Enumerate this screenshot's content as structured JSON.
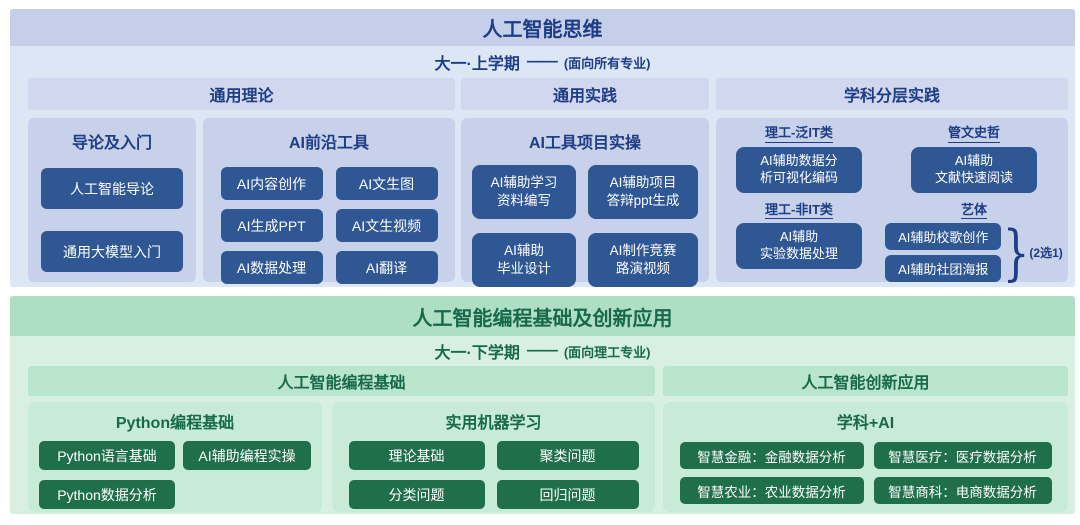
{
  "colors": {
    "blue_section_bg": "#dce7f6",
    "blue_band_bg": "#c6cfea",
    "blue_bar_bg": "#d0d7ee",
    "blue_panel_bg": "#c7d1e9",
    "blue_text": "#1e3d85",
    "blue_button_bg": "#2e5794",
    "green_section_bg": "#d8f0e2",
    "green_band_bg": "#aedfc5",
    "green_bar_bg": "#bae5cd",
    "green_panel_bg": "#c8ebd7",
    "green_text": "#17694a",
    "green_button_bg": "#1f6f4a",
    "button_text": "#ffffff"
  },
  "top": {
    "title": "人工智能思维",
    "subtitle_semester": "大一·上学期",
    "subtitle_dash": "——",
    "subtitle_audience": "(面向所有专业)",
    "col_headers": [
      "通用理论",
      "通用实践",
      "学科分层实践"
    ],
    "intro_panel": {
      "title": "导论及入门",
      "buttons": [
        "人工智能导论",
        "通用大模型入门"
      ]
    },
    "tools_panel": {
      "title": "AI前沿工具",
      "buttons": [
        "AI内容创作",
        "AI文生图",
        "AI生成PPT",
        "AI文生视频",
        "AI数据处理",
        "AI翻译"
      ]
    },
    "practice_panel": {
      "title": "AI工具项目实操",
      "buttons": [
        {
          "line1": "AI辅助学习",
          "line2": "资料编写"
        },
        {
          "line1": "AI辅助项目",
          "line2": "答辩ppt生成"
        },
        {
          "line1": "AI辅助",
          "line2": "毕业设计"
        },
        {
          "line1": "AI制作竞赛",
          "line2": "路演视频"
        }
      ]
    },
    "layered_panel": {
      "groups": [
        {
          "header": "理工-泛IT类",
          "button": {
            "line1": "AI辅助数据分",
            "line2": "析可视化编码"
          }
        },
        {
          "header": "管文史哲",
          "button": {
            "line1": "AI辅助",
            "line2": "文献快速阅读"
          }
        },
        {
          "header": "理工-非IT类",
          "button": {
            "line1": "AI辅助",
            "line2": "实验数据处理"
          }
        },
        {
          "header": "艺体",
          "buttons": [
            "AI辅助校歌创作",
            "AI辅助社团海报"
          ],
          "brace": "}",
          "note": "(2选1)"
        }
      ]
    }
  },
  "bottom": {
    "title": "人工智能编程基础及创新应用",
    "subtitle_semester": "大一·下学期",
    "subtitle_dash": "——",
    "subtitle_audience": "(面向理工专业)",
    "col_headers": [
      "人工智能编程基础",
      "人工智能创新应用"
    ],
    "python_panel": {
      "title": "Python编程基础",
      "buttons": [
        "Python语言基础",
        "AI辅助编程实操",
        "Python数据分析"
      ]
    },
    "ml_panel": {
      "title": "实用机器学习",
      "buttons": [
        "理论基础",
        "聚类问题",
        "分类问题",
        "回归问题"
      ]
    },
    "app_panel": {
      "title": "学科+AI",
      "buttons": [
        "智慧金融：金融数据分析",
        "智慧医疗：医疗数据分析",
        "智慧农业：农业数据分析",
        "智慧商科：电商数据分析"
      ]
    }
  }
}
